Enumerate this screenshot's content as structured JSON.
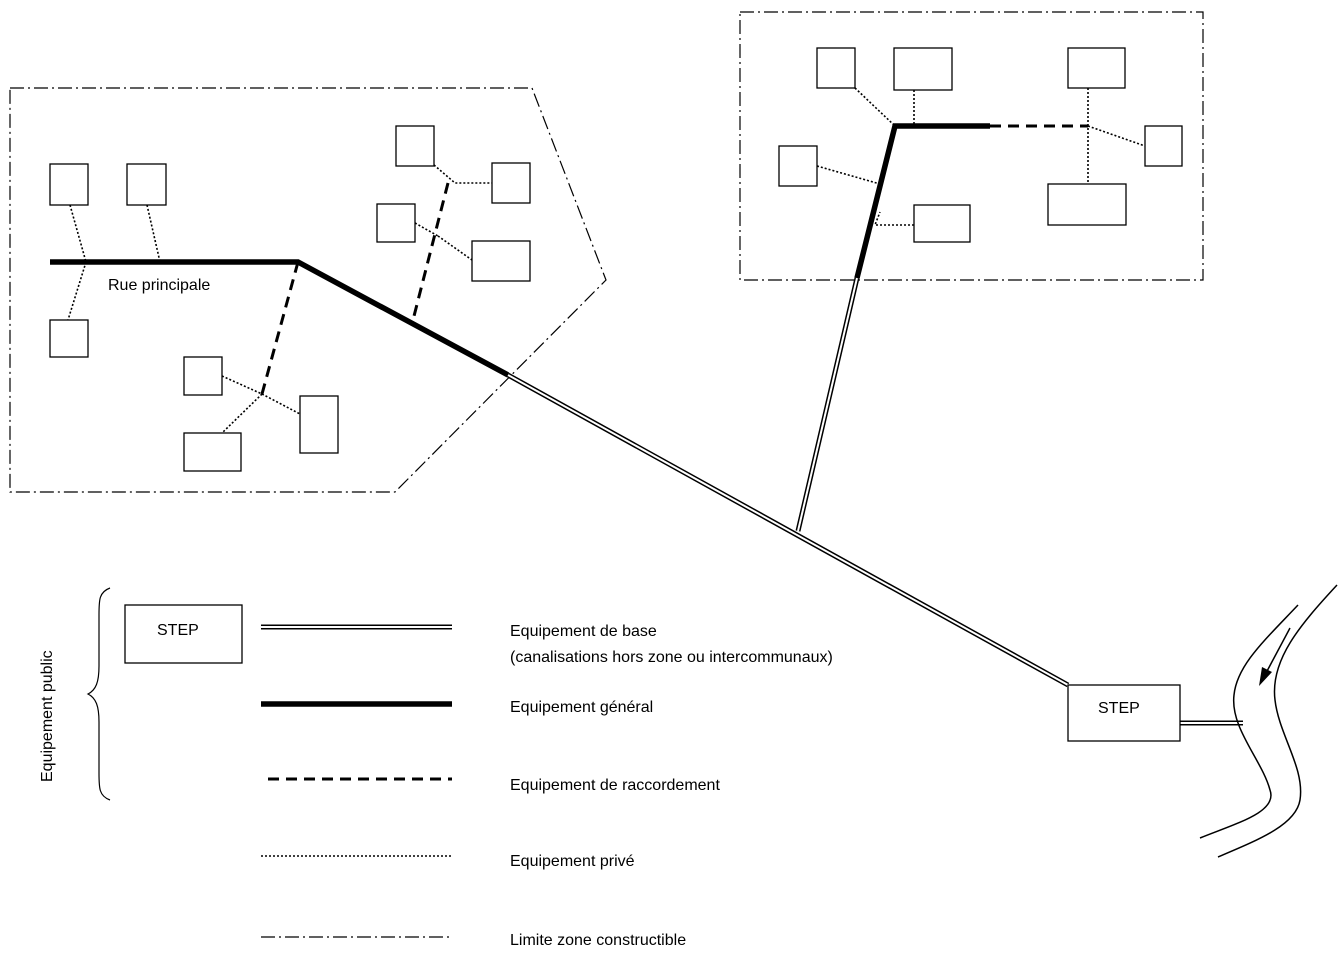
{
  "map": {
    "street_label": "Rue principale",
    "step_label": "STEP"
  },
  "legend": {
    "group_label": "Equipement public",
    "step_box_label": "STEP",
    "items": [
      {
        "label": "Equipement de base",
        "sublabel": "(canalisations hors zone ou intercommunaux)"
      },
      {
        "label": "Equipement général"
      },
      {
        "label": "Equipement de raccordement"
      },
      {
        "label": "Equipement privé"
      },
      {
        "label": "Limite zone constructible"
      }
    ]
  }
}
